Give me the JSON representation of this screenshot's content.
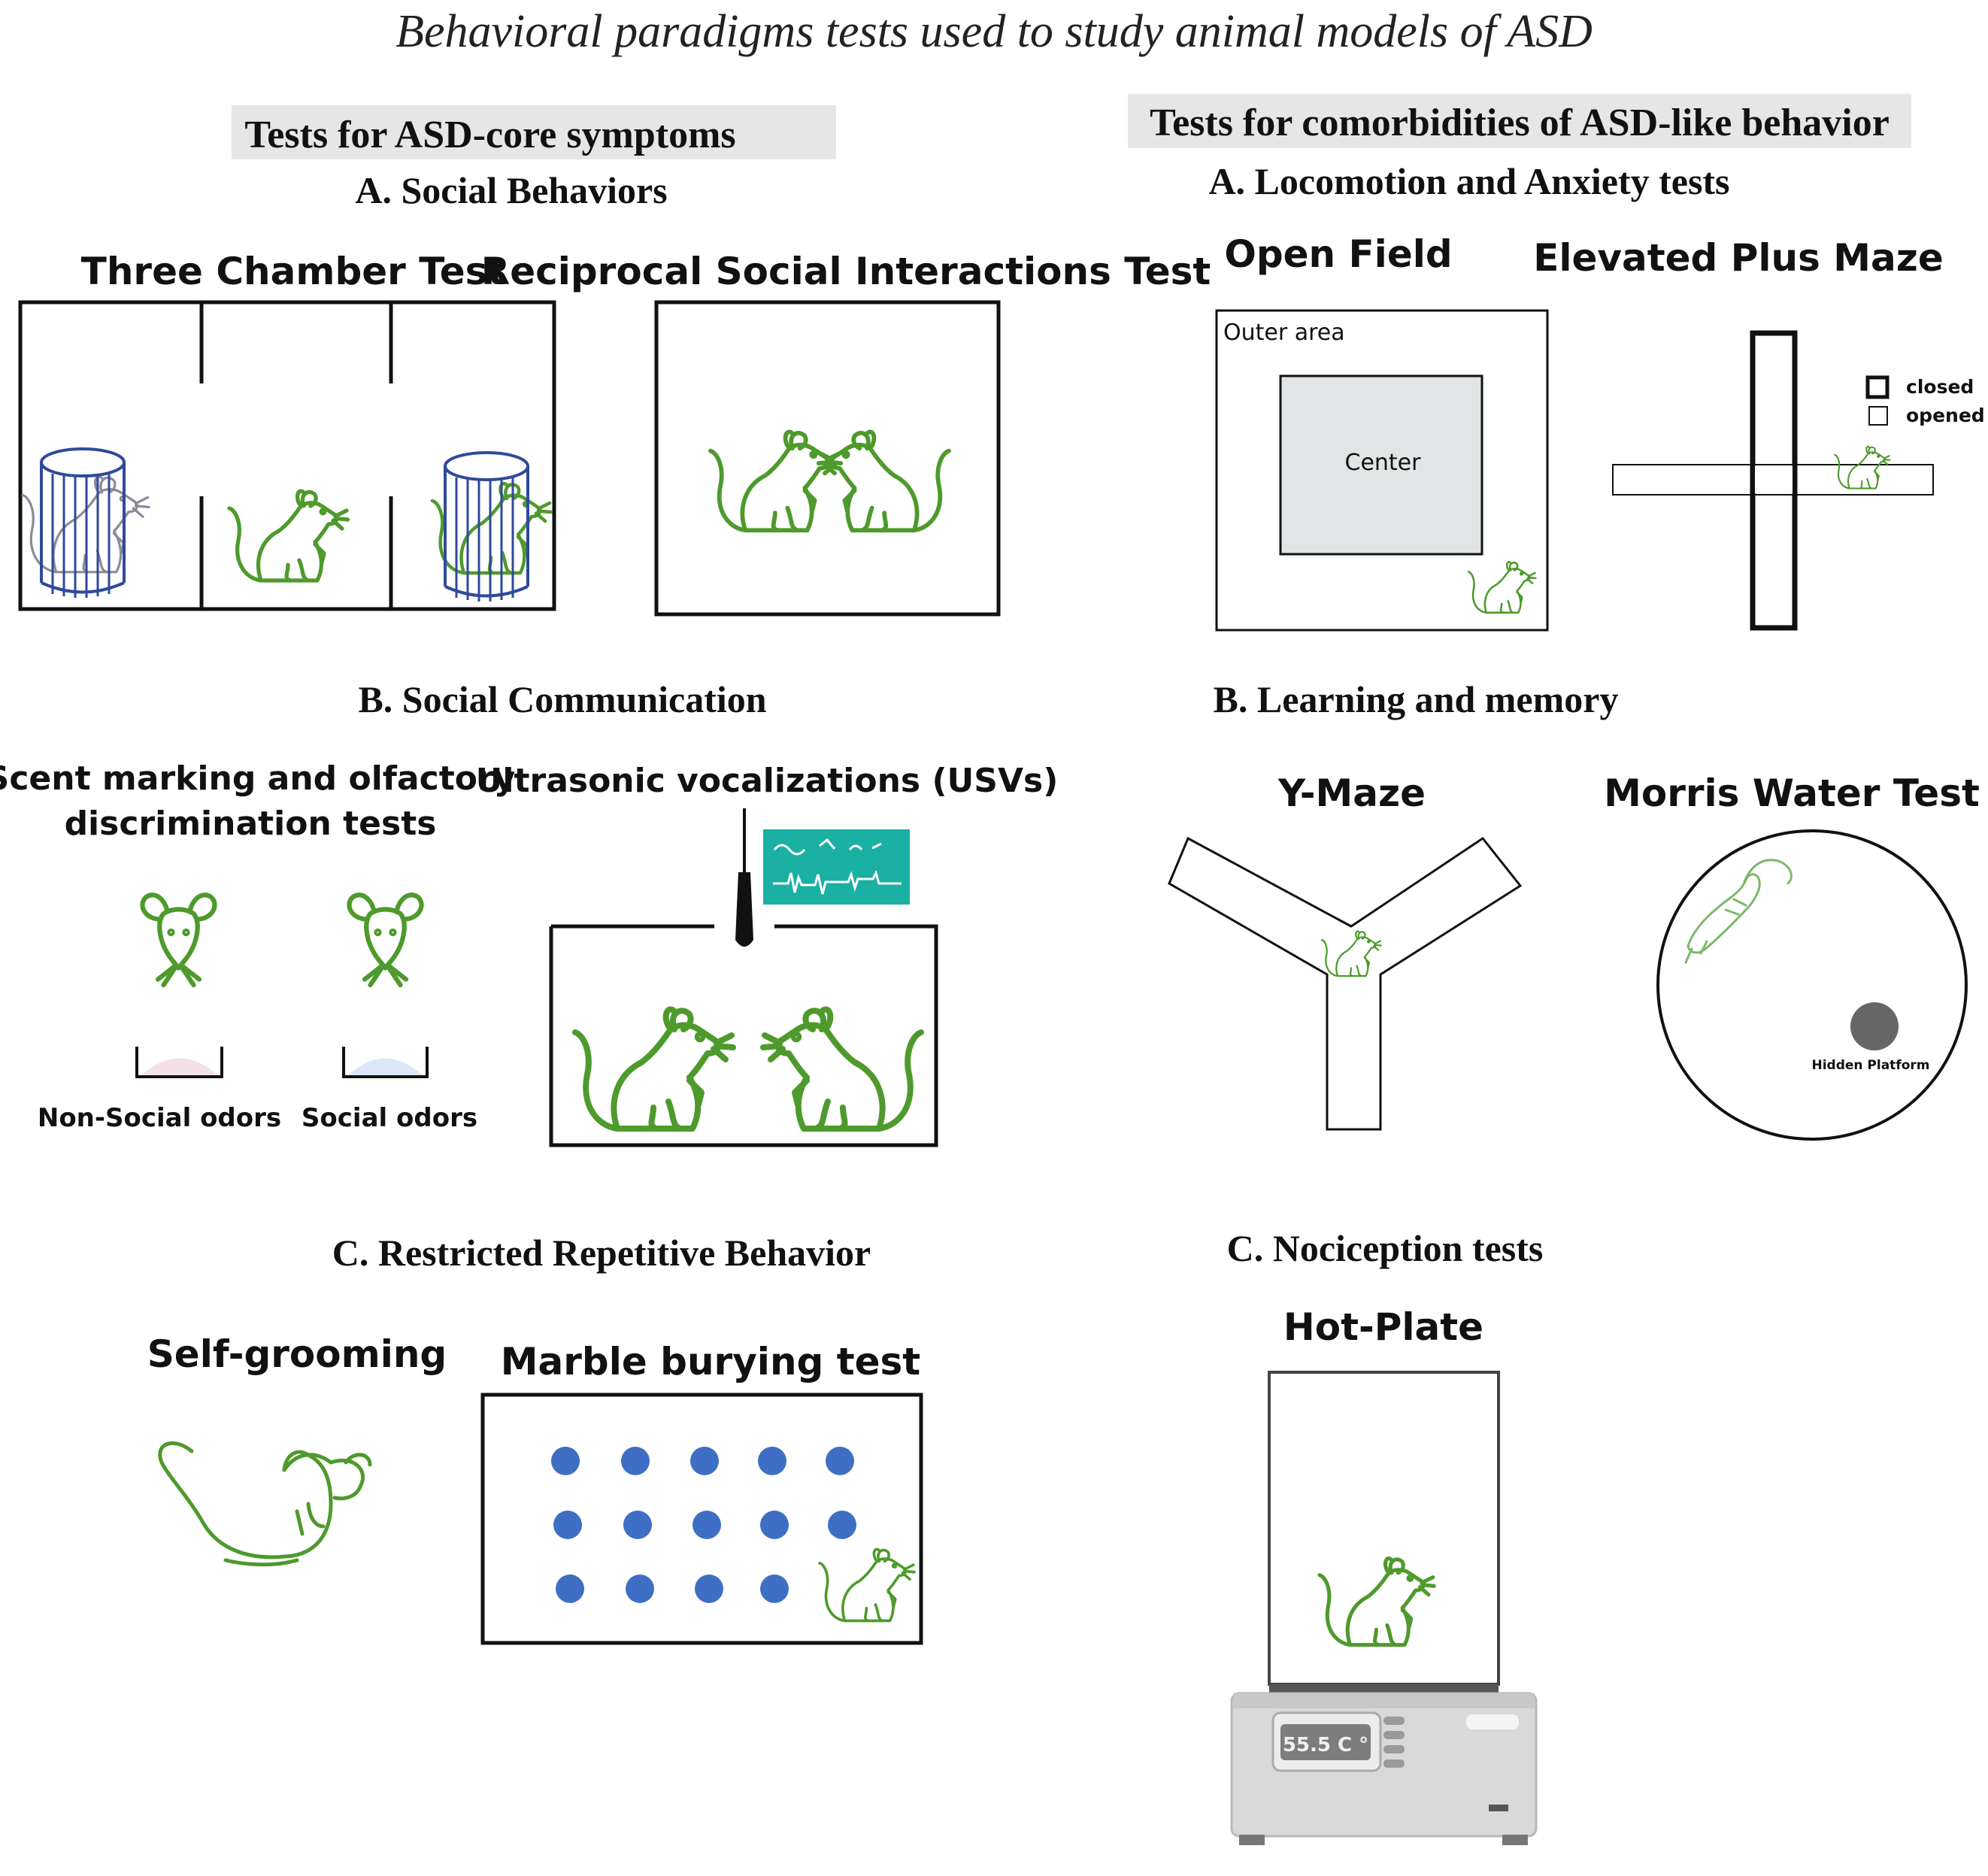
{
  "title": "Behavioral paradigms tests used to study animal models of ASD",
  "colors": {
    "rat_green": "#4e9a2c",
    "cage_blue": "#2f4a9a",
    "marble_blue": "#3f6fc5",
    "panel_gray": "#e6e6e6",
    "center_gray": "#e1e5e5",
    "screen_teal": "#1ab0a3"
  },
  "left": {
    "header": "Tests for ASD-core symptoms",
    "A": {
      "heading": "A. Social Behaviors",
      "three_chamber": "Three Chamber  Test",
      "reciprocal": "Reciprocal Social Interactions Test"
    },
    "B": {
      "heading": "B. Social Communication",
      "scent_line1": "Scent marking and olfactory",
      "scent_line2": "discrimination tests",
      "non_social": "Non-Social odors",
      "social": "Social odors",
      "usv": "Ultrasonic vocalizations (USVs)"
    },
    "C": {
      "heading": "C. Restricted Repetitive Behavior",
      "self_grooming": "Self-grooming",
      "marble": "Marble burying test"
    }
  },
  "right": {
    "header": "Tests for comorbidities of ASD-like behavior",
    "A": {
      "heading": "A. Locomotion and Anxiety tests",
      "open_field": "Open Field",
      "outer_area": "Outer area",
      "center": "Center",
      "epm": "Elevated Plus Maze",
      "closed": "closed",
      "opened": "opened"
    },
    "B": {
      "heading": "B. Learning and  memory",
      "ymaze": "Y-Maze",
      "morris": "Morris Water Test",
      "platform": "Hidden Platform"
    },
    "C": {
      "heading": "C. Nociception tests",
      "hotplate": "Hot-Plate",
      "temp": "55.5 C °"
    }
  }
}
